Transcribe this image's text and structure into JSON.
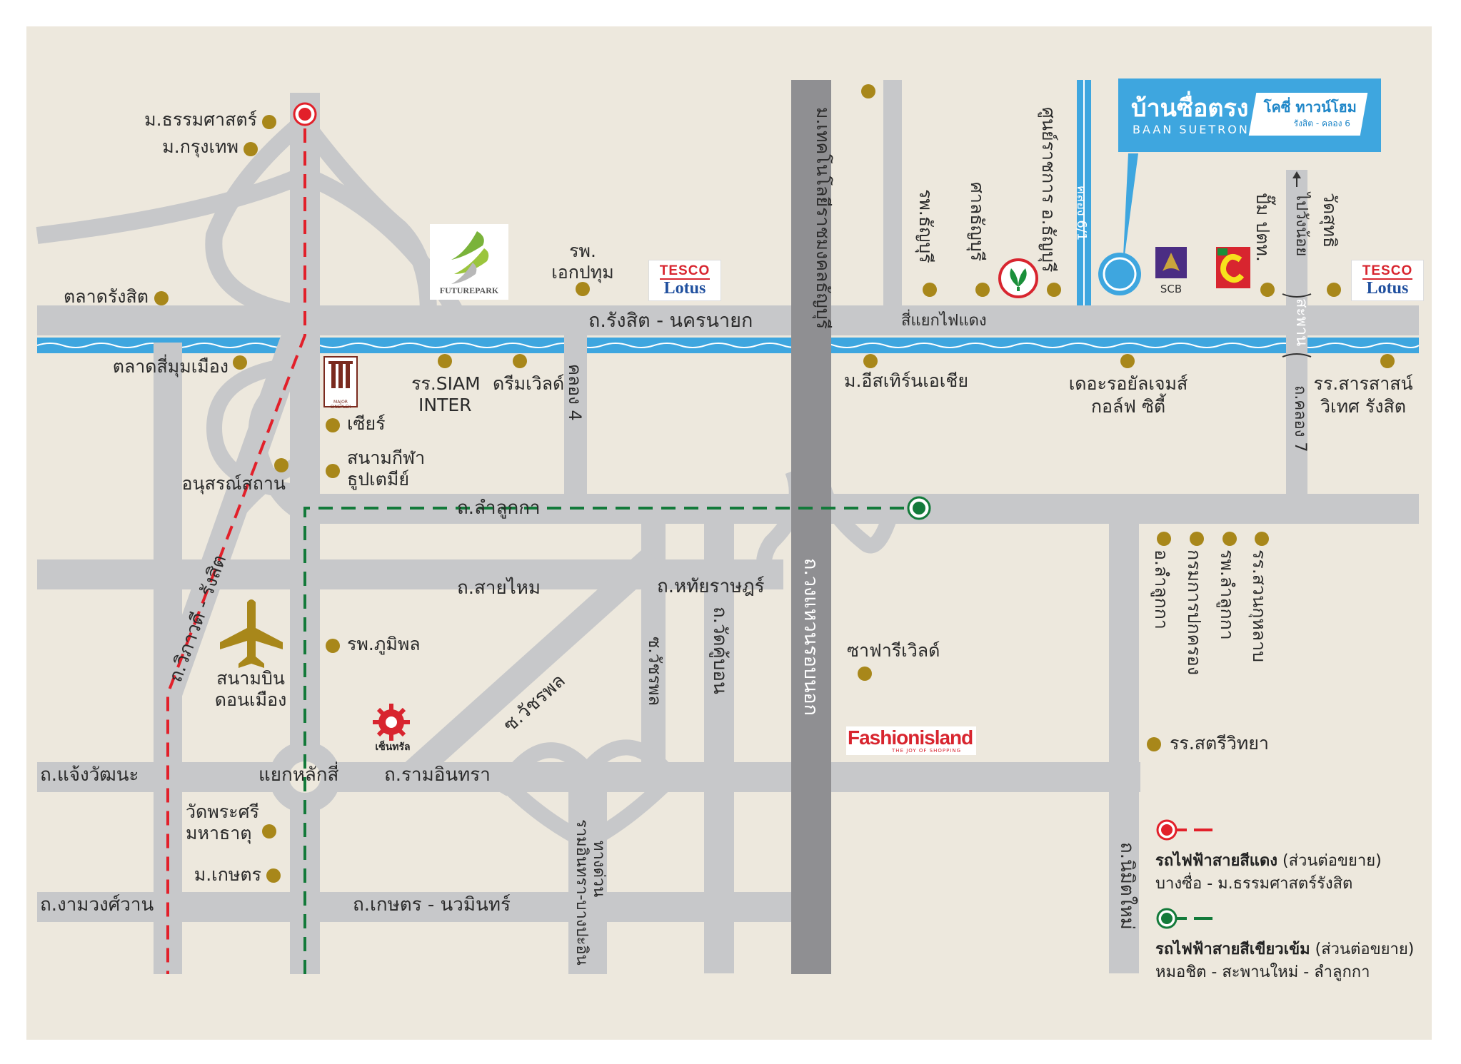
{
  "brand": {
    "title_th": "บ้านซื่อตรง",
    "title_en": "BAAN SUETRONG",
    "product": "โคซี่ ทาวน์โฮม",
    "product_sub": "รังสิต - คลอง 6"
  },
  "roads": {
    "rangsit_nakhonnayok": "ถ.รังสิต - นครนายก",
    "sai_yaek_fai_daeng": "สี่แยกไฟแดง",
    "lam_luk_ka": "ถ.ลำลูกกา",
    "sai_mai": "ถ.สายไหม",
    "hathai_rat": "ถ.หทัยราษฎร์",
    "watcharaphon_soi": "ซ.วัชรพล",
    "watcharaphon": "ซ.วัชรพล",
    "wat_kanlaya": "ถ.วัดคู้บอน",
    "kanchanaphisek": "ถ.วงแหวนรอบนอก",
    "vibhavadi": "ถ.วิภาวดี - รังสิต",
    "chaeng_watthana": "ถ.แจ้งวัฒนะ",
    "yaek_lak_si": "แยกหลักสี่",
    "ram_inthra": "ถ.รามอินทรา",
    "ngam_wong_wan": "ถ.งามวงศ์วาน",
    "kaset_nawamin": "ถ.เกษตร - นวมินทร์",
    "expressway": "ทางด่วน",
    "expressway_sub": "รามอินทรา-บางปะอิน",
    "nimit_mai": "ถ.นิมิตใหม่",
    "khlong_4": "คลอง 4",
    "khlong_6_1": "คลอง 6/1",
    "khlong_7": "ถ.คลอง 7",
    "bridge": "สะพาน",
    "to_wang_noi": "ไปวังน้อย"
  },
  "places": {
    "thammasat": "ม.ธรรมศาสตร์",
    "bangkok_u": "ม.กรุงเทพ",
    "talat_rangsit": "ตลาดรังสิต",
    "talat_si_mum_mueang": "ตลาดสี่มุมเมือง",
    "future_park": "FUTUREPARK",
    "hosp_ekpathum_1": "รพ.",
    "hosp_ekpathum_2": "เอกปทุม",
    "tesco_1": "TESCO",
    "tesco_2": "Lotus",
    "siam_inter_1": "รร.SIAM",
    "siam_inter_2": "INTER",
    "dream_world": "ดรีมเวิลด์",
    "major": "MAJOR CINEPLEX",
    "seer": "เซียร์",
    "stadium_1": "สนามกีฬา",
    "stadium_2": "ธูปเตมีย์",
    "monument": "อนุสรณ์สถาน",
    "airport_1": "สนามบิน",
    "airport_2": "ดอนเมือง",
    "bhumibol_hosp": "รพ.ภูมิพล",
    "central": "เซ็นทรัล",
    "wat_phra_sri_1": "วัดพระศรี",
    "wat_phra_sri_2": "มหาธาตุ",
    "kasetsart": "ม.เกษตร",
    "rajamangala": "ม.เทคโนโลยีราชมงคลธัญบุรี",
    "thanyaburi_hosp": "รพ.ธัญบุรี",
    "thanyaburi_court": "ศาลธัญบุรี",
    "thanyaburi_district": "ศูนย์ราชการ อ.ธัญบุรี",
    "scb": "SCB",
    "big_c": "Big C",
    "ptt_station": "ปั๊ม ปตท.",
    "wat_sud": "วัดสุทธิ",
    "eastern_asia": "ม.อีสเทิร์นเอเชีย",
    "royal_gems_1": "เดอะรอยัลเจมส์",
    "royal_gems_2": "กอล์ฟ ซิตี้",
    "sarasas_1": "รร.สารสาสน์",
    "sarasas_2": "วิเทศ รังสิต",
    "lam_luk_ka_district": "อ.ลำลูกกา",
    "dept_admin": "กรมการปกครอง",
    "lam_luk_ka_hosp": "รพ.ลำลูกกา",
    "suan_kulap": "รร.สวนกุหลาบ",
    "safari_world": "ซาฟารีเวิลด์",
    "fashion_island": "Fashionisland",
    "fashion_island_sub": "THE JOY OF SHOPPING",
    "satri_witthaya": "รร.สตรีวิทยา"
  },
  "legend": {
    "red_title": "รถไฟฟ้าสายสีแดง",
    "red_note": "(ส่วนต่อขยาย)",
    "red_route": "บางซื่อ - ม.ธรรมศาสตร์รังสิต",
    "green_title": "รถไฟฟ้าสายสีเขียวเข้ม",
    "green_note": "(ส่วนต่อขยาย)",
    "green_route": "หมอชิต - สะพานใหม่ - ลำลูกกา"
  },
  "colors": {
    "background": "#ede8dd",
    "road": "#c7c8ca",
    "highway": "#8f8f92",
    "canal": "#3ea6df",
    "poi": "#a8871a",
    "red_line": "#e2202a",
    "green_line": "#137a3a",
    "brand": "#3ea6df"
  },
  "icons": [
    "airplane-icon",
    "kasikorn-logo-icon",
    "scb-logo-icon",
    "big-c-logo-icon",
    "project-location-icon",
    "up-arrow-icon"
  ]
}
